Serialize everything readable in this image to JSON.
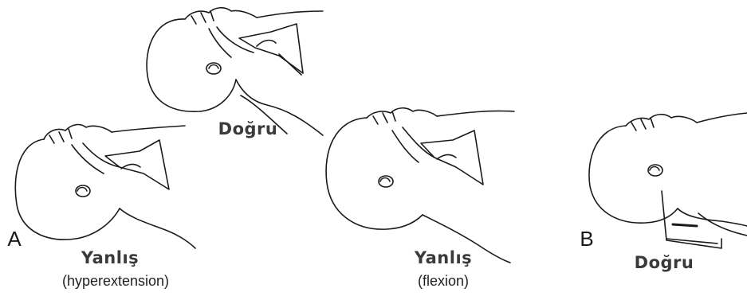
{
  "panels": {
    "a": {
      "letter": "A",
      "wrong_label": "Yanlış",
      "wrong_note": "(hyperextension)"
    },
    "top": {
      "correct_label": "Doğru"
    },
    "middle": {
      "wrong_label": "Yanlış",
      "wrong_note": "(flexion)"
    },
    "b": {
      "letter": "B",
      "correct_label": "Doğru"
    }
  },
  "icons": [
    "infant-head-hyperextension",
    "infant-head-neutral",
    "infant-head-flexion",
    "infant-head-with-shoulder-roll"
  ]
}
